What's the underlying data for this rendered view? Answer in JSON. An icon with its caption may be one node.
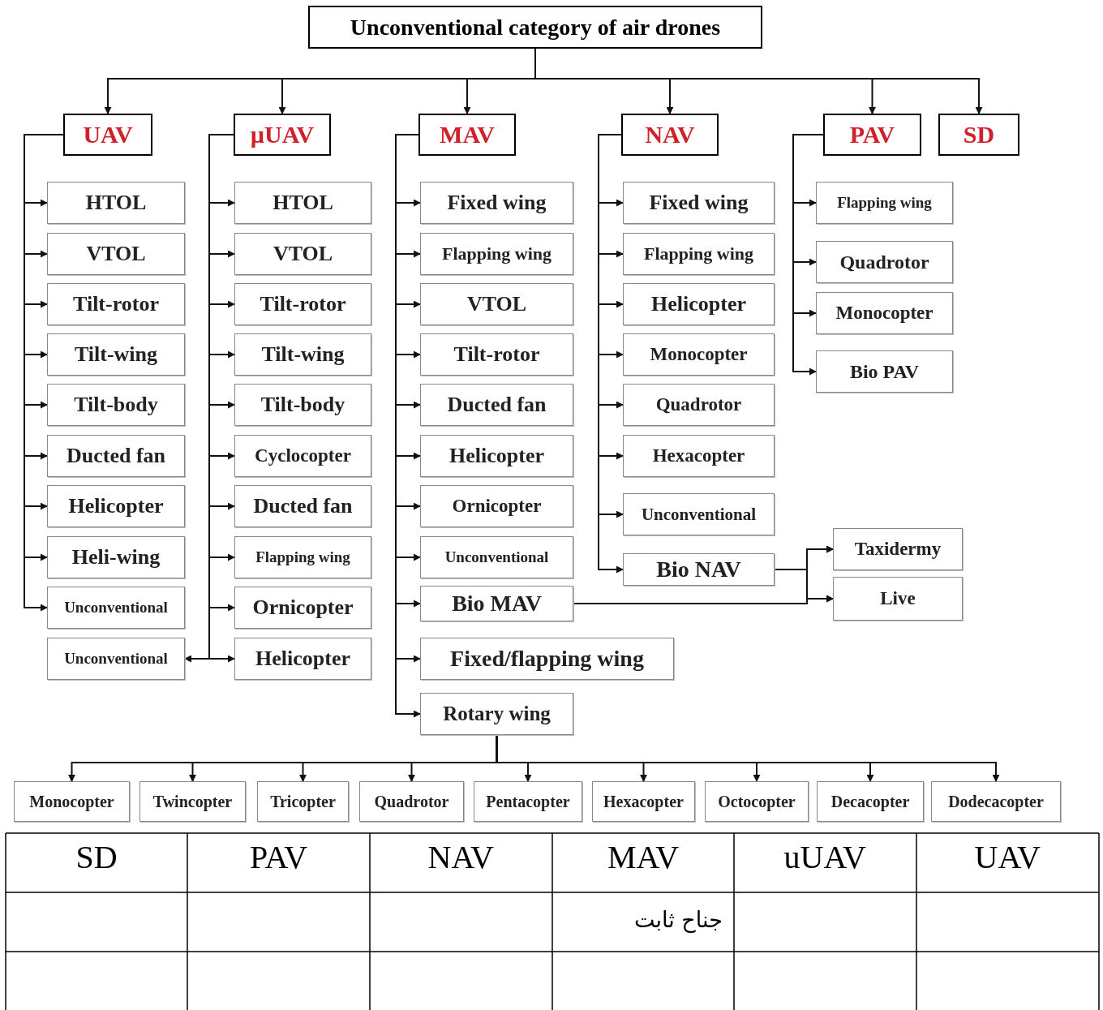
{
  "diagram": {
    "nodes": [
      {
        "text": [
          "Unconventional category of air drones"
        ]
      },
      {
        "text": [
          "UAV"
        ]
      },
      {
        "text": [
          "µUAV"
        ]
      },
      {
        "text": [
          "MAV"
        ]
      },
      {
        "text": [
          "NAV"
        ]
      },
      {
        "text": [
          "PAV"
        ]
      },
      {
        "text": [
          "SD"
        ]
      },
      {
        "text": [
          "HTOL"
        ]
      },
      {
        "text": [
          "VTOL"
        ]
      },
      {
        "text": [
          "Tilt-rotor"
        ]
      },
      {
        "text": [
          "Tilt-wing"
        ]
      },
      {
        "text": [
          "Tilt-body"
        ]
      },
      {
        "text": [
          "Ducted fan"
        ]
      },
      {
        "text": [
          "Helicopter"
        ]
      },
      {
        "text": [
          "Heli-wing"
        ]
      },
      {
        "text": [
          "Unconventional"
        ]
      },
      {
        "text": [
          "HTOL"
        ]
      },
      {
        "text": [
          "VTOL"
        ]
      },
      {
        "text": [
          "Tilt-rotor"
        ]
      },
      {
        "text": [
          "Tilt-wing"
        ]
      },
      {
        "text": [
          "Tilt-body"
        ]
      },
      {
        "text": [
          "Cyclocopter"
        ]
      },
      {
        "text": [
          "Ducted fan"
        ]
      },
      {
        "text": [
          "Flapping wing"
        ]
      },
      {
        "text": [
          "Ornicopter"
        ]
      },
      {
        "text": [
          "Helicopter"
        ]
      },
      {
        "text": [
          "Unconventional"
        ]
      },
      {
        "text": [
          "Fixed wing"
        ]
      },
      {
        "text": [
          "Flapping wing"
        ]
      },
      {
        "text": [
          "VTOL"
        ]
      },
      {
        "text": [
          "Tilt-rotor"
        ]
      },
      {
        "text": [
          "Ducted fan"
        ]
      },
      {
        "text": [
          "Helicopter"
        ]
      },
      {
        "text": [
          "Ornicopter"
        ]
      },
      {
        "text": [
          "Unconventional"
        ]
      },
      {
        "text": [
          "Bio MAV"
        ]
      },
      {
        "text": [
          "Fixed/flapping wing"
        ]
      },
      {
        "text": [
          "Rotary wing"
        ]
      },
      {
        "text": [
          "Fixed wing"
        ]
      },
      {
        "text": [
          "Flapping wing"
        ]
      },
      {
        "text": [
          "Helicopter"
        ]
      },
      {
        "text": [
          "Monocopter"
        ]
      },
      {
        "text": [
          "Quadrotor"
        ]
      },
      {
        "text": [
          "Hexacopter"
        ]
      },
      {
        "text": [
          "Unconventional"
        ]
      },
      {
        "text": [
          "Bio NAV"
        ]
      },
      {
        "text": [
          "Flapping wing"
        ]
      },
      {
        "text": [
          "Quadrotor"
        ]
      },
      {
        "text": [
          "Monocopter"
        ]
      },
      {
        "text": [
          "Bio PAV"
        ]
      },
      {
        "text": [
          "Taxidermy"
        ]
      },
      {
        "text": [
          "Live"
        ]
      },
      {
        "text": [
          "Monocopter"
        ]
      },
      {
        "text": [
          "Twincopter"
        ]
      },
      {
        "text": [
          "Tricopter"
        ]
      },
      {
        "text": [
          "Quadrotor"
        ]
      },
      {
        "text": [
          "Pentacopter"
        ]
      },
      {
        "text": [
          "Hexacopter"
        ]
      },
      {
        "text": [
          "Octocopter"
        ]
      },
      {
        "text": [
          "Decacopter"
        ]
      },
      {
        "text": [
          "Dodecacopter"
        ]
      }
    ],
    "edges": [
      {
        "from": 0,
        "to": 1,
        "arrow": "to"
      },
      {
        "from": 0,
        "to": 2,
        "arrow": "to"
      },
      {
        "from": 0,
        "to": 3,
        "arrow": "to"
      },
      {
        "from": 0,
        "to": 4,
        "arrow": "to"
      },
      {
        "from": 0,
        "to": 5,
        "arrow": "to"
      },
      {
        "from": 0,
        "to": 6,
        "arrow": "to"
      },
      {
        "from": 1,
        "to": 7,
        "arrow": "to"
      },
      {
        "from": 1,
        "to": 8,
        "arrow": "to"
      },
      {
        "from": 1,
        "to": 9,
        "arrow": "to"
      },
      {
        "from": 1,
        "to": 10,
        "arrow": "to"
      },
      {
        "from": 1,
        "to": 11,
        "arrow": "to"
      },
      {
        "from": 1,
        "to": 12,
        "arrow": "to"
      },
      {
        "from": 1,
        "to": 13,
        "arrow": "to"
      },
      {
        "from": 1,
        "to": 14,
        "arrow": "to"
      },
      {
        "from": 1,
        "to": 15,
        "arrow": "to"
      },
      {
        "from": 2,
        "to": 16,
        "arrow": "to"
      },
      {
        "from": 2,
        "to": 17,
        "arrow": "to"
      },
      {
        "from": 2,
        "to": 18,
        "arrow": "to"
      },
      {
        "from": 2,
        "to": 19,
        "arrow": "to"
      },
      {
        "from": 2,
        "to": 20,
        "arrow": "to"
      },
      {
        "from": 2,
        "to": 21,
        "arrow": "to"
      },
      {
        "from": 2,
        "to": 22,
        "arrow": "to"
      },
      {
        "from": 2,
        "to": 23,
        "arrow": "to"
      },
      {
        "from": 2,
        "to": 24,
        "arrow": "to"
      },
      {
        "from": 2,
        "to": 25,
        "arrow": "to"
      },
      {
        "from": 2,
        "to": 26,
        "arrow": "to"
      },
      {
        "from": 3,
        "to": 27,
        "arrow": "to"
      },
      {
        "from": 3,
        "to": 28,
        "arrow": "to"
      },
      {
        "from": 3,
        "to": 29,
        "arrow": "to"
      },
      {
        "from": 3,
        "to": 30,
        "arrow": "to"
      },
      {
        "from": 3,
        "to": 31,
        "arrow": "to"
      },
      {
        "from": 3,
        "to": 32,
        "arrow": "to"
      },
      {
        "from": 3,
        "to": 33,
        "arrow": "to"
      },
      {
        "from": 3,
        "to": 34,
        "arrow": "to"
      },
      {
        "from": 3,
        "to": 35,
        "arrow": "to"
      },
      {
        "from": 3,
        "to": 36,
        "arrow": "to"
      },
      {
        "from": 3,
        "to": 37,
        "arrow": "to"
      },
      {
        "from": 4,
        "to": 38,
        "arrow": "to"
      },
      {
        "from": 4,
        "to": 39,
        "arrow": "to"
      },
      {
        "from": 4,
        "to": 40,
        "arrow": "to"
      },
      {
        "from": 4,
        "to": 41,
        "arrow": "to"
      },
      {
        "from": 4,
        "to": 42,
        "arrow": "to"
      },
      {
        "from": 4,
        "to": 43,
        "arrow": "to"
      },
      {
        "from": 4,
        "to": 44,
        "arrow": "to"
      },
      {
        "from": 4,
        "to": 45,
        "arrow": "to"
      },
      {
        "from": 5,
        "to": 46,
        "arrow": "to"
      },
      {
        "from": 5,
        "to": 47,
        "arrow": "to"
      },
      {
        "from": 5,
        "to": 48,
        "arrow": "to"
      },
      {
        "from": 5,
        "to": 49,
        "arrow": "to"
      },
      {
        "from": 45,
        "to": 50,
        "arrow": "to"
      },
      {
        "from": 45,
        "to": 51,
        "arrow": "to"
      },
      {
        "from": 35,
        "to": 50,
        "arrow": "to"
      },
      {
        "from": 35,
        "to": 51,
        "arrow": "to"
      },
      {
        "from": 37,
        "to": 52,
        "arrow": "to"
      },
      {
        "from": 37,
        "to": 53,
        "arrow": "to"
      },
      {
        "from": 37,
        "to": 54,
        "arrow": "to"
      },
      {
        "from": 37,
        "to": 55,
        "arrow": "to"
      },
      {
        "from": 37,
        "to": 56,
        "arrow": "to"
      },
      {
        "from": 37,
        "to": 57,
        "arrow": "to"
      },
      {
        "from": 37,
        "to": 58,
        "arrow": "to"
      },
      {
        "from": 37,
        "to": 59,
        "arrow": "to"
      },
      {
        "from": 37,
        "to": 60,
        "arrow": "to"
      }
    ],
    "labels": [
      "SD",
      "PAV",
      "NAV",
      "MAV",
      "uUAV",
      "UAV",
      "جناح ثابت"
    ]
  }
}
